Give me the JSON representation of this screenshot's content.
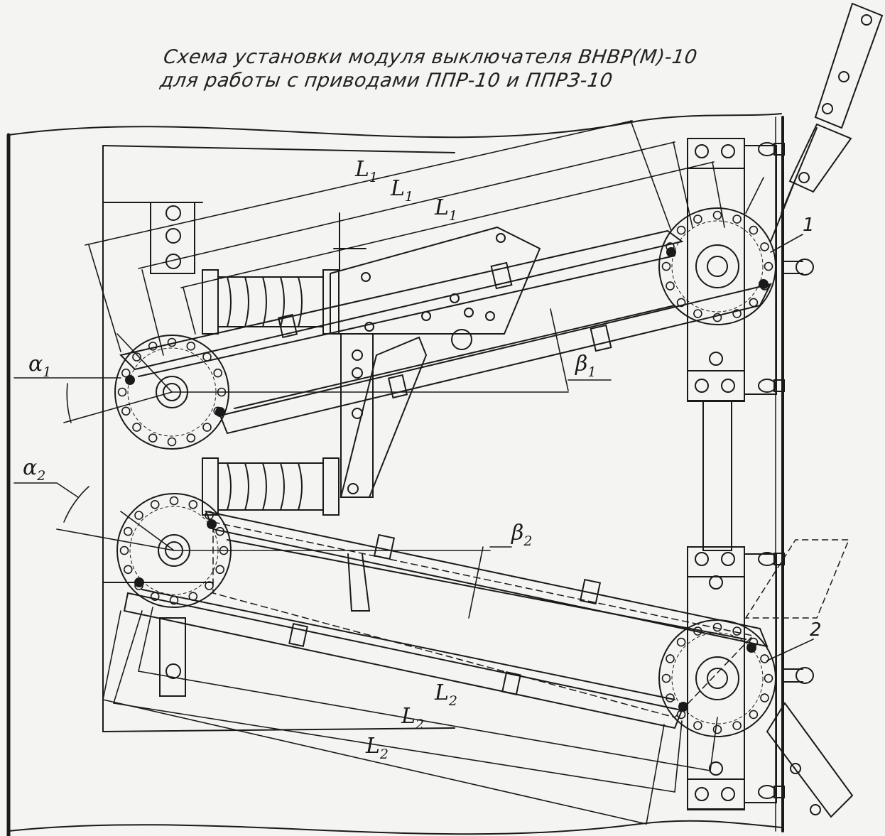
{
  "title": {
    "line1": "Схема установки модуля выключателя ВНВР(М)-10",
    "line2": "для работы с приводами ППР-10 и ППРЗ-10"
  },
  "labels": {
    "l_main": "L",
    "l_sub": "1",
    "l2_main": "L",
    "l2_sub": "2",
    "alpha": "α",
    "beta": "β",
    "sub1": "1",
    "sub2": "2",
    "callout1": "1",
    "callout2": "2"
  }
}
